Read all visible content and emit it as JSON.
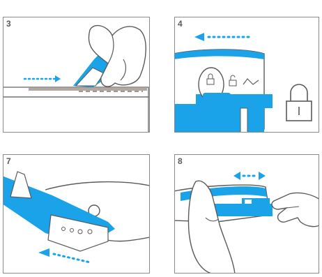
{
  "colors": {
    "accent": "#1aa3e8",
    "line": "#5a5a5a",
    "skin": "#ffffff",
    "table": "#b3a79f",
    "panel_border": "#8a8a8a"
  },
  "panels": [
    {
      "step": "3",
      "scene": "cutter-on-box"
    },
    {
      "step": "4",
      "scene": "lock-switch"
    },
    {
      "step": "7",
      "scene": "blade-change"
    },
    {
      "step": "8",
      "scene": "slide-handle"
    }
  ],
  "icons": [
    "arrow-right-dotted-icon",
    "arrow-left-dotted-icon",
    "lock-closed-icon",
    "lock-open-icon",
    "auto-retract-icon",
    "padlock-icon",
    "double-arrow-dotted-icon"
  ]
}
